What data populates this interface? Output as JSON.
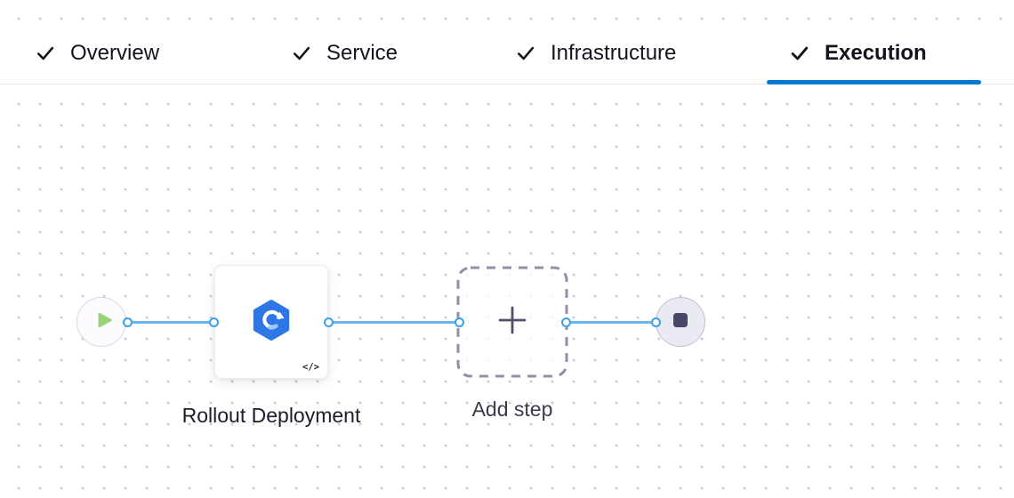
{
  "header": {
    "tabs": [
      {
        "label": "Overview",
        "icon": "check-icon",
        "completed": true,
        "active": false
      },
      {
        "label": "Service",
        "icon": "check-icon",
        "completed": true,
        "active": false
      },
      {
        "label": "Infrastructure",
        "icon": "check-icon",
        "completed": true,
        "active": false
      },
      {
        "label": "Execution",
        "icon": "check-icon",
        "completed": true,
        "active": true
      }
    ]
  },
  "pipeline": {
    "start_node": {
      "icon": "play-icon"
    },
    "step_node": {
      "label": "Rollout Deployment",
      "icon": "k8s-rollout-deployment-icon",
      "badge": "</>"
    },
    "add_step_node": {
      "label": "Add step",
      "icon": "plus-icon"
    },
    "end_node": {
      "icon": "stop-icon"
    }
  },
  "colors": {
    "active_tab_underline": "#0278d5",
    "connector_blue": "#6ab6f2",
    "port_border_blue": "#3aa0ea",
    "play_green": "#97d178",
    "step_icon_blue": "#2e77e6",
    "stop_gray": "#474863",
    "grid_dot": "#c7ccd6",
    "dashed_border_gray": "#8f90a6"
  }
}
